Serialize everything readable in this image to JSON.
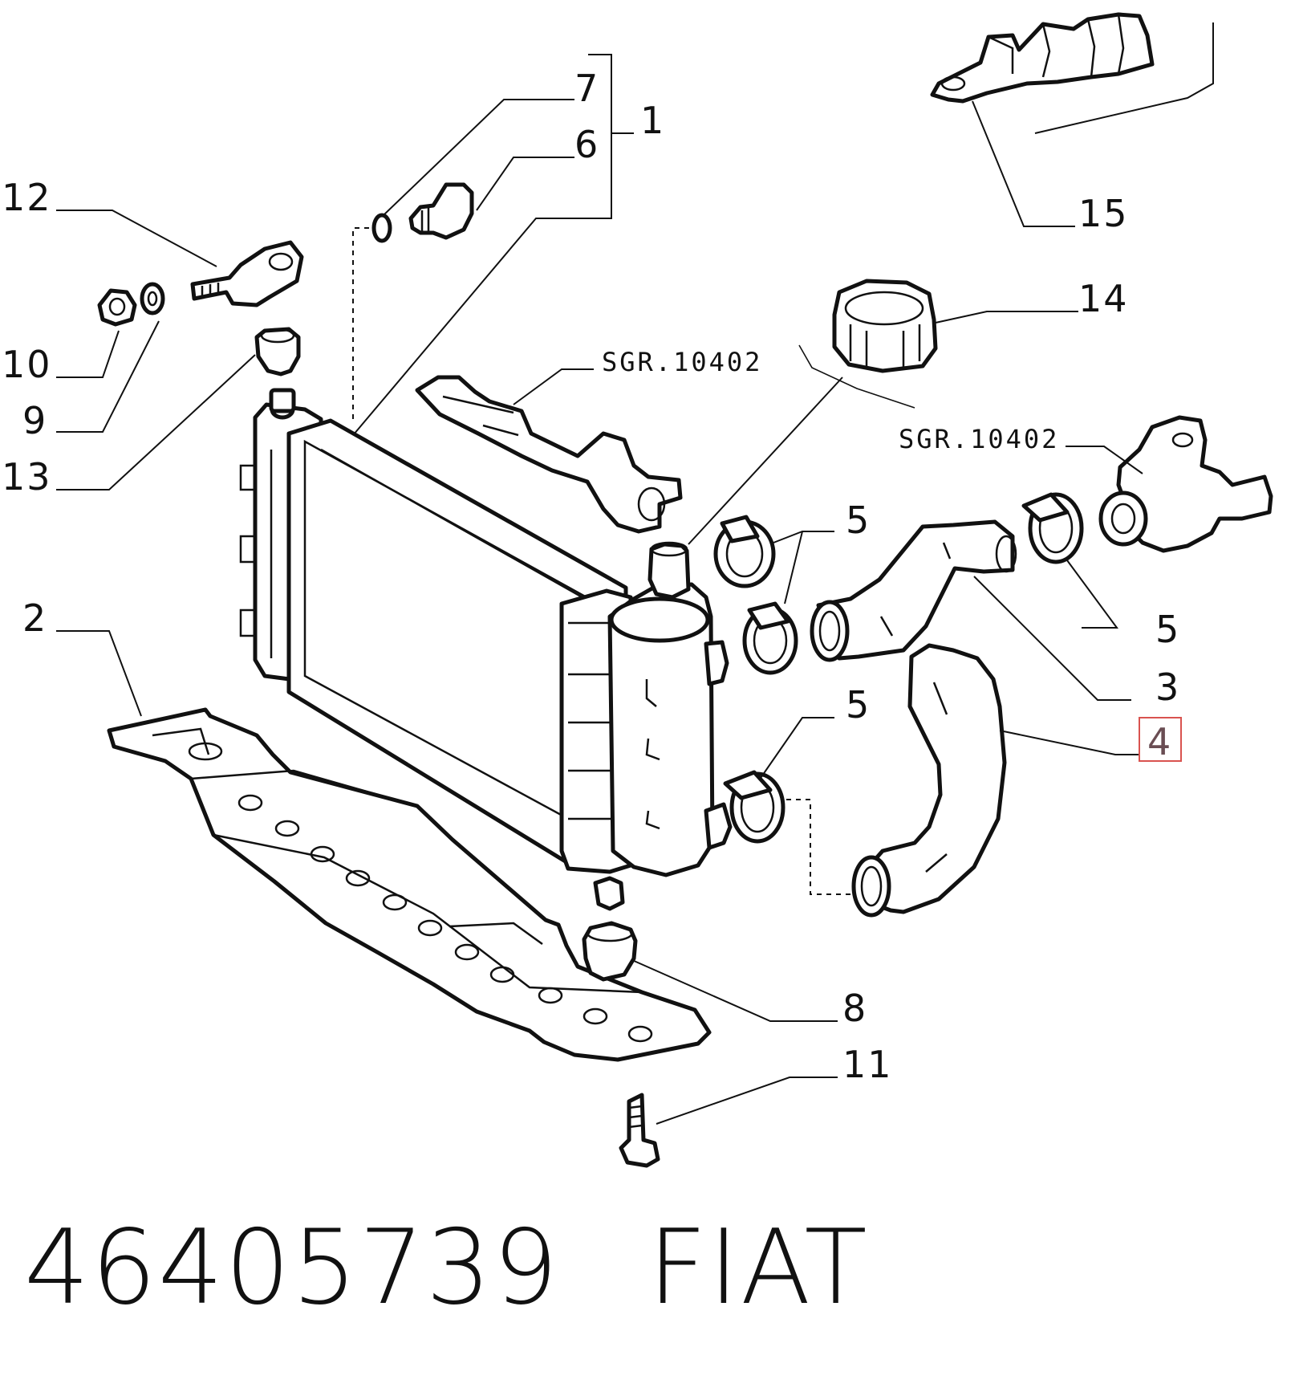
{
  "diagram": {
    "callouts": {
      "c1": "1",
      "c2": "2",
      "c3": "3",
      "c4": "4",
      "c5a": "5",
      "c5b": "5",
      "c5c": "5",
      "c6": "6",
      "c7": "7",
      "c8": "8",
      "c9": "9",
      "c10": "10",
      "c11": "11",
      "c12": "12",
      "c13": "13",
      "c14": "14",
      "c15": "15"
    },
    "references": {
      "ref_a": "SGR.10402",
      "ref_b": "SGR.10402"
    },
    "highlighted_callout": "4",
    "highlight_color": "#d9534f"
  },
  "footer": {
    "part_number": "46405739",
    "brand": "FIAT"
  }
}
